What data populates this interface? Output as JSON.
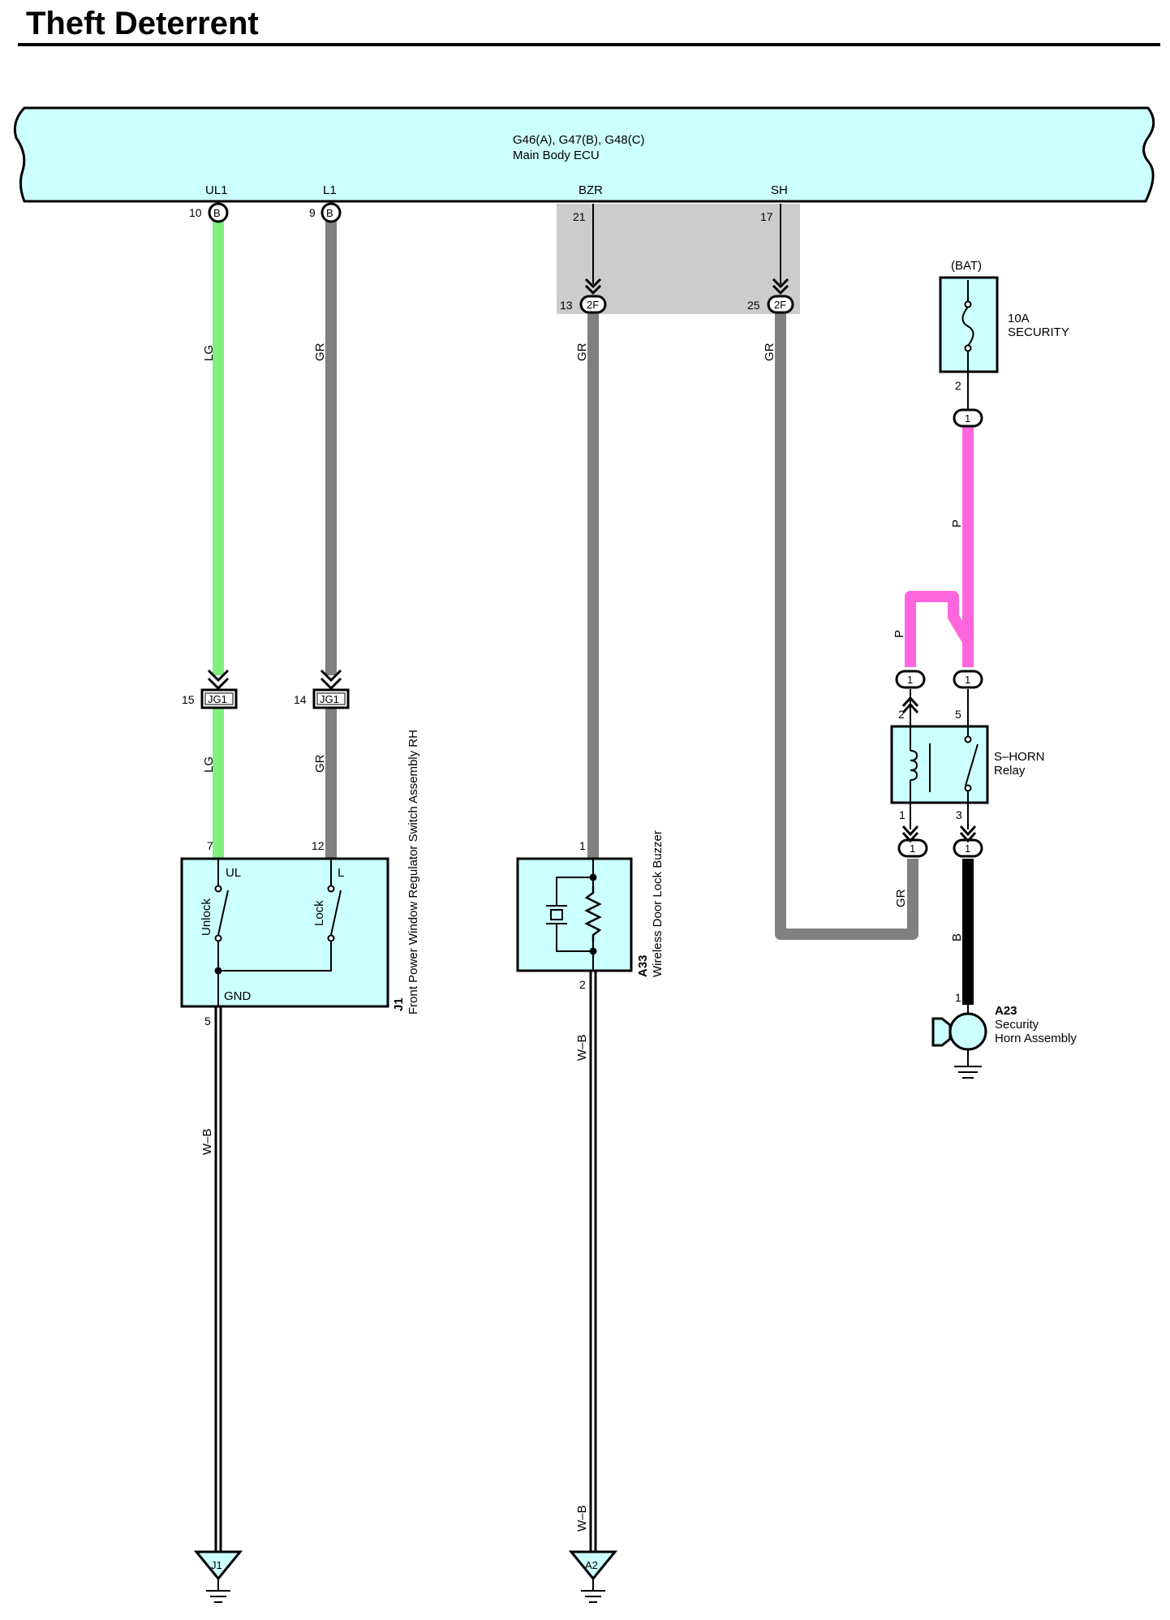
{
  "title": "Theft Deterrent",
  "ecu": {
    "connectors": "G46(A), G47(B), G48(C)",
    "name": "Main Body ECU",
    "terminals": [
      {
        "name": "UL1",
        "pin": "10",
        "conn": "B"
      },
      {
        "name": "L1",
        "pin": "9",
        "conn": "B"
      },
      {
        "name": "BZR",
        "pin": "21"
      },
      {
        "name": "SH",
        "pin": "17"
      }
    ]
  },
  "connector_2F": {
    "label": "2F",
    "pins": [
      "13",
      "25"
    ]
  },
  "connector_JG1": {
    "label": "JG1",
    "pins": [
      "15",
      "14"
    ]
  },
  "wires": {
    "ul1": [
      "LG",
      "LG"
    ],
    "l1": [
      "GR",
      "GR"
    ],
    "bzr": [
      "GR"
    ],
    "sh": [
      "GR",
      "GR"
    ],
    "fuse_out": [
      "P"
    ],
    "p_branch": [
      "P"
    ],
    "horn": [
      "B"
    ],
    "ground_j1": [
      "W–B"
    ],
    "ground_a2": [
      "W–B",
      "W–B"
    ]
  },
  "fuse": {
    "source": "(BAT)",
    "rating": "10A",
    "name": "SECURITY",
    "pin": "2"
  },
  "single_connectors": [
    "1",
    "1",
    "1",
    "1",
    "1"
  ],
  "switch_j1": {
    "code": "J1",
    "name": "Front Power Window Regulator Switch Assembly RH",
    "pins": {
      "ul": "7",
      "l": "12",
      "gnd": "5"
    },
    "terms": {
      "ul": "UL",
      "l": "L",
      "gnd": "GND"
    },
    "contacts": {
      "unlock": "Unlock",
      "lock": "Lock"
    }
  },
  "buzzer_a33": {
    "code": "A33",
    "name": "Wireless Door Lock Buzzer",
    "pins": [
      "1",
      "2"
    ]
  },
  "relay": {
    "name1": "S–HORN",
    "name2": "Relay",
    "pins": [
      "2",
      "5",
      "1",
      "3"
    ]
  },
  "horn_a23": {
    "code": "A23",
    "name1": "Security",
    "name2": "Horn Assembly",
    "pin": "1"
  },
  "grounds": [
    "J1",
    "A2"
  ],
  "colors": {
    "ecu_fill": "#ccffff",
    "lg": "#80f080",
    "gr": "#808080",
    "p": "#ff66dd",
    "b": "#000000",
    "junction_fill": "#cccccc"
  }
}
